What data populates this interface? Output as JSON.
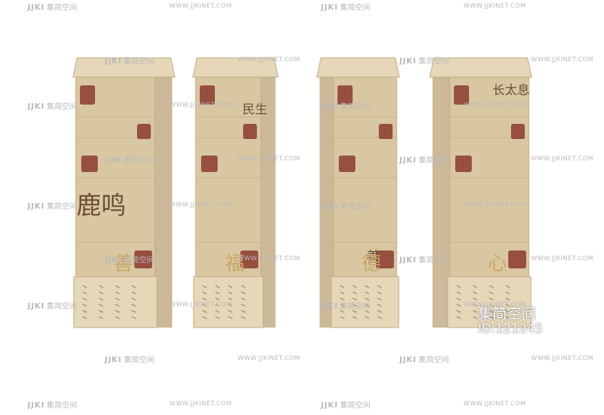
{
  "watermark": {
    "logo": "JJKI",
    "brand": "集简空间",
    "site": "WWW.JJKINET.COM",
    "id": "ID:121245"
  },
  "palette": {
    "stone_light": "#e6d7b8",
    "stone_mid": "#d9c7a2",
    "stone_dark": "#bfa87f",
    "seal_red": "#8a3a30",
    "carving_brown": "#6b4f35"
  },
  "pillars": [
    {
      "name": "pillar-1",
      "main_text": "鹿鸣",
      "side_text": "善"
    },
    {
      "name": "pillar-2",
      "main_text": "民生",
      "side_text": "福"
    },
    {
      "name": "pillar-3",
      "main_text": "善",
      "side_text": "德"
    },
    {
      "name": "pillar-4",
      "main_text": "长太息",
      "side_text": "心"
    }
  ]
}
